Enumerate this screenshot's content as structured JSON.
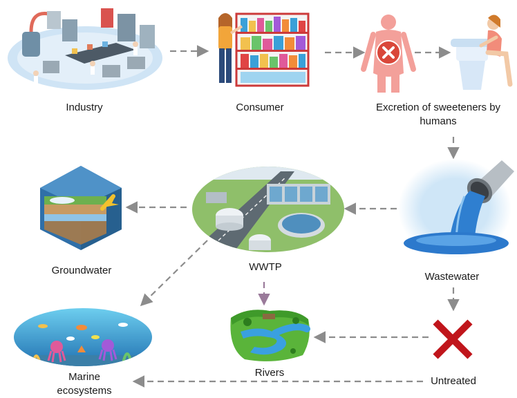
{
  "nodes": {
    "industry": {
      "label": "Industry"
    },
    "consumer": {
      "label": "Consumer"
    },
    "excretion": {
      "label_line1": "Excretion of sweeteners by",
      "label_line2": "humans"
    },
    "wastewater": {
      "label": "Wastewater"
    },
    "wwtp": {
      "label": "WWTP"
    },
    "groundwater": {
      "label": "Groundwater"
    },
    "untreated": {
      "label": "Untreated"
    },
    "rivers": {
      "label": "Rivers"
    },
    "marine": {
      "label_line1": "Marine",
      "label_line2": "ecosystems"
    }
  },
  "colors": {
    "arrow_gray": "#8c8c8c",
    "arrow_purple": "#9a7a9a",
    "untreated_cross": "#c0151b",
    "water_blue": "#2f7fd0",
    "body_pink": "#f3a09a"
  }
}
